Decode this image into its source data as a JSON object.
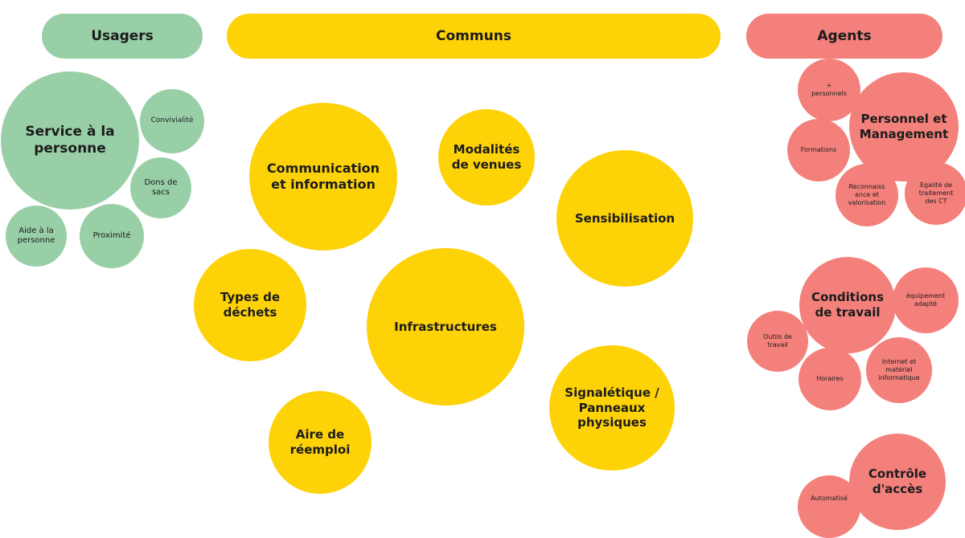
{
  "headers": {
    "usagers": "Usagers",
    "communs": "Communs",
    "agents": "Agents"
  },
  "usagers": {
    "service": "Service à la\npersonne",
    "convivialite": "Convivialité",
    "dons": "Dons de\nsacs",
    "aide": "Aide à la\npersonne",
    "proximite": "Proximité"
  },
  "communs": {
    "communication": "Communication\net information",
    "modalites": "Modalités\nde venues",
    "sensibilisation": "Sensibilisation",
    "types": "Types de\ndéchets",
    "infrastructures": "Infrastructures",
    "signaletique": "Signalétique /\nPanneaux\nphysiques",
    "aire": "Aire de\nréemploi"
  },
  "agents": {
    "plus_personnels": "+\npersonnels",
    "personnel": "Personnel et\nManagement",
    "formations": "Formations",
    "reconnaissance": "Reconnaiss\nance et\nvalorisation",
    "egalite": "Egalité de\ntraitement\ndes CT",
    "conditions": "Conditions\nde travail",
    "equipement": "équipement\nadapté",
    "outils": "Outils de\ntravail",
    "horaires": "Horaires",
    "internet": "Internet et\nmatériel\ninformatique",
    "controle": "Contrôle\nd'accès",
    "automatise": "Automatisé"
  },
  "colors": {
    "usagers": "#98cfa7",
    "communs": "#fdd207",
    "agents": "#f3807b"
  }
}
